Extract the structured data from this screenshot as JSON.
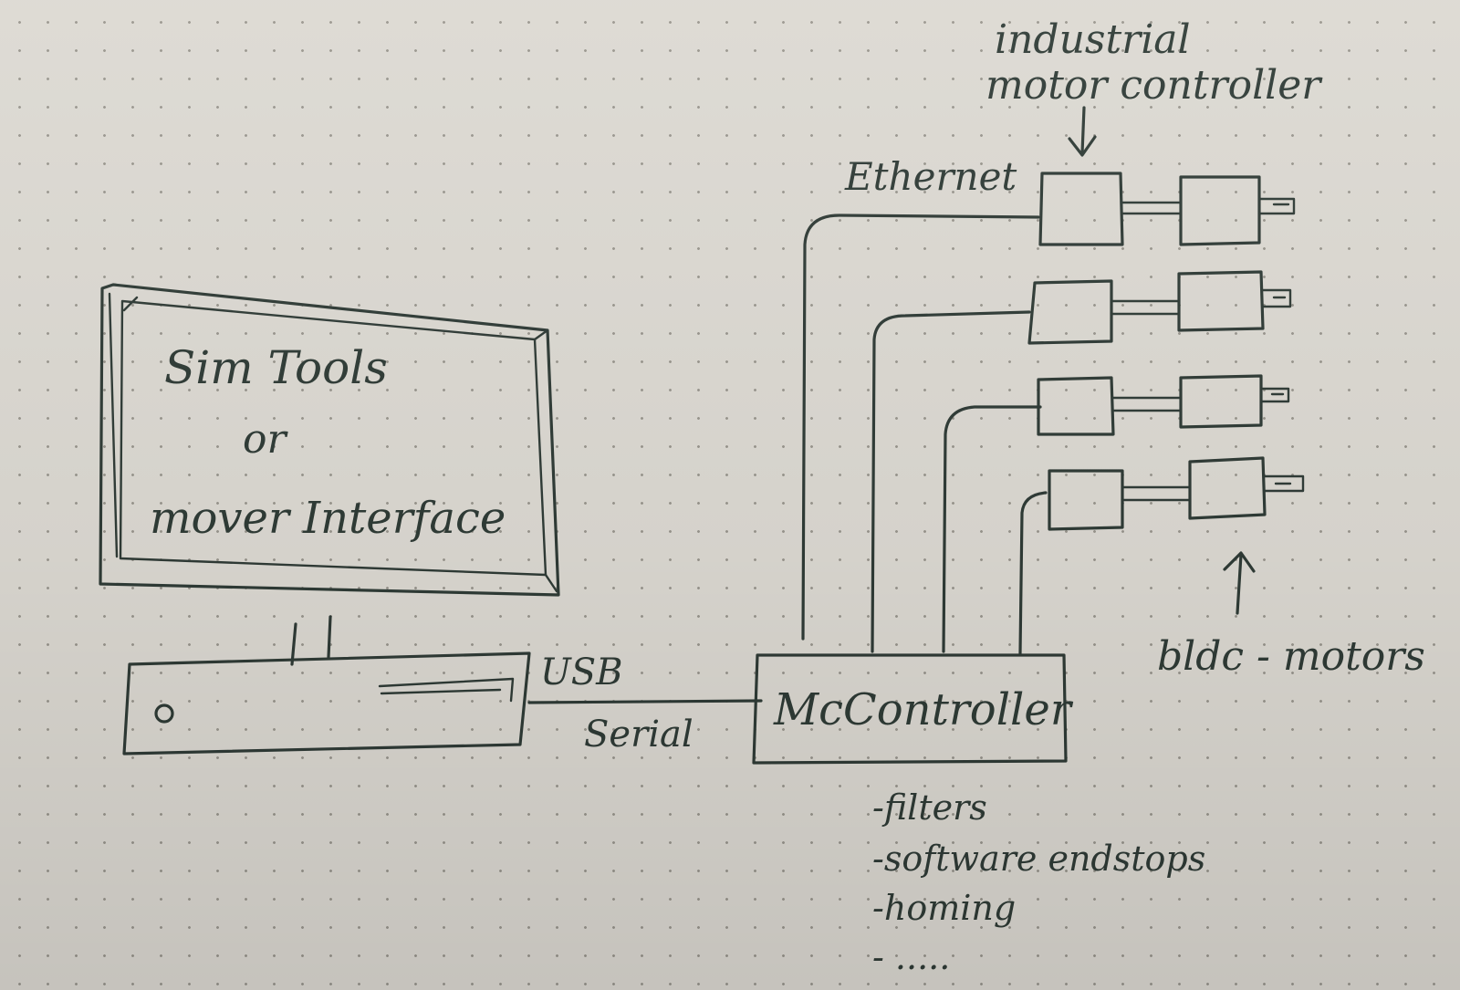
{
  "labels": {
    "industrial": "industrial",
    "motor_controller": "motor controller",
    "ethernet": "Ethernet",
    "screen_line1": "Sim Tools",
    "screen_line2": "or",
    "screen_line3": "mover Interface",
    "usb": "USB",
    "serial": "Serial",
    "mccontroller": "McController",
    "bldc_motors": "bldc - motors",
    "feature_filters": "-filters",
    "feature_endstops": "-software endstops",
    "feature_homing": "-homing",
    "feature_more": "- ....."
  },
  "colors": {
    "ink": "#2f3b36",
    "paper": "#dcd9d2",
    "dots": "#9a978f"
  }
}
